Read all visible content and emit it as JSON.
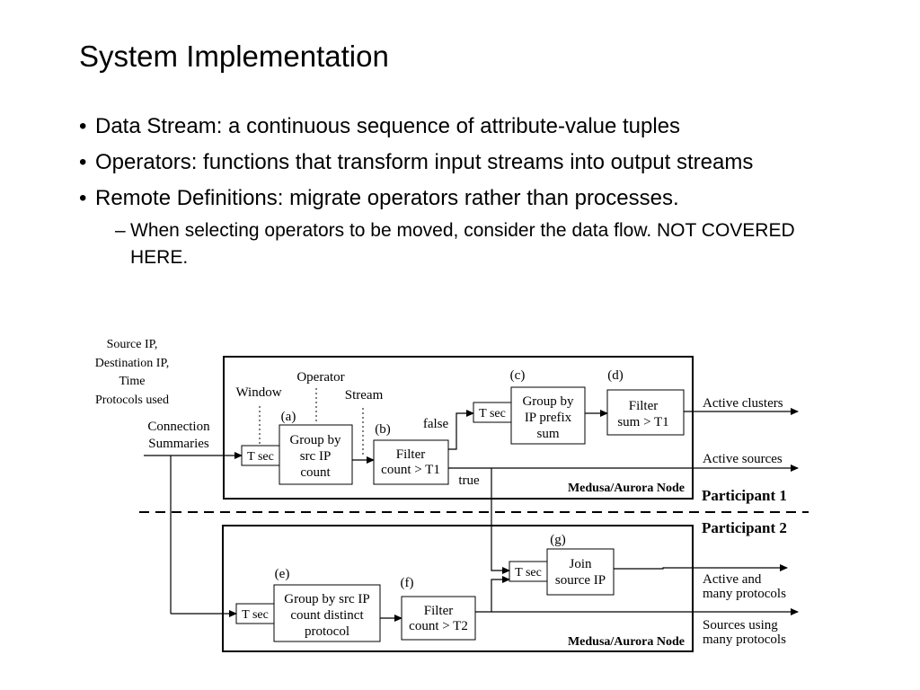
{
  "slide": {
    "title": "System Implementation",
    "bullets": [
      "Data Stream: a continuous sequence of attribute-value tuples",
      "Operators: functions that transform input streams into output streams",
      "Remote Definitions: migrate operators rather than processes."
    ],
    "sub_bullets": [
      "When selecting operators to be moved, consider the data flow. NOT COVERED HERE."
    ]
  },
  "diagram": {
    "input_attributes": [
      "Source IP,",
      "Destination IP,",
      "Time",
      "Protocols used"
    ],
    "input_label": [
      "Connection",
      "Summaries"
    ],
    "annotations": {
      "window": "Window",
      "operator": "Operator",
      "stream": "Stream"
    },
    "edge_labels": {
      "false": "false",
      "true": "true"
    },
    "window_label": "T sec",
    "operators": {
      "a": {
        "tag": "(a)",
        "lines": [
          "Group by",
          "src IP",
          "count"
        ]
      },
      "b": {
        "tag": "(b)",
        "lines": [
          "Filter",
          "count > T1"
        ]
      },
      "c": {
        "tag": "(c)",
        "lines": [
          "Group by",
          "IP prefix",
          "sum"
        ]
      },
      "d": {
        "tag": "(d)",
        "lines": [
          "Filter",
          "sum > T1"
        ]
      },
      "e": {
        "tag": "(e)",
        "lines": [
          "Group by src IP",
          "count distinct",
          "protocol"
        ]
      },
      "f": {
        "tag": "(f)",
        "lines": [
          "Filter",
          "count > T2"
        ]
      },
      "g": {
        "tag": "(g)",
        "lines": [
          "Join",
          "source IP"
        ]
      }
    },
    "outputs": {
      "clusters": [
        "Active clusters"
      ],
      "sources": [
        "Active sources"
      ],
      "active_many": [
        "Active and",
        "many protocols"
      ],
      "sources_many": [
        "Sources using",
        "many protocols"
      ]
    },
    "node_label": "Medusa/Aurora Node",
    "participants": [
      "Participant 1",
      "Participant 2"
    ]
  }
}
